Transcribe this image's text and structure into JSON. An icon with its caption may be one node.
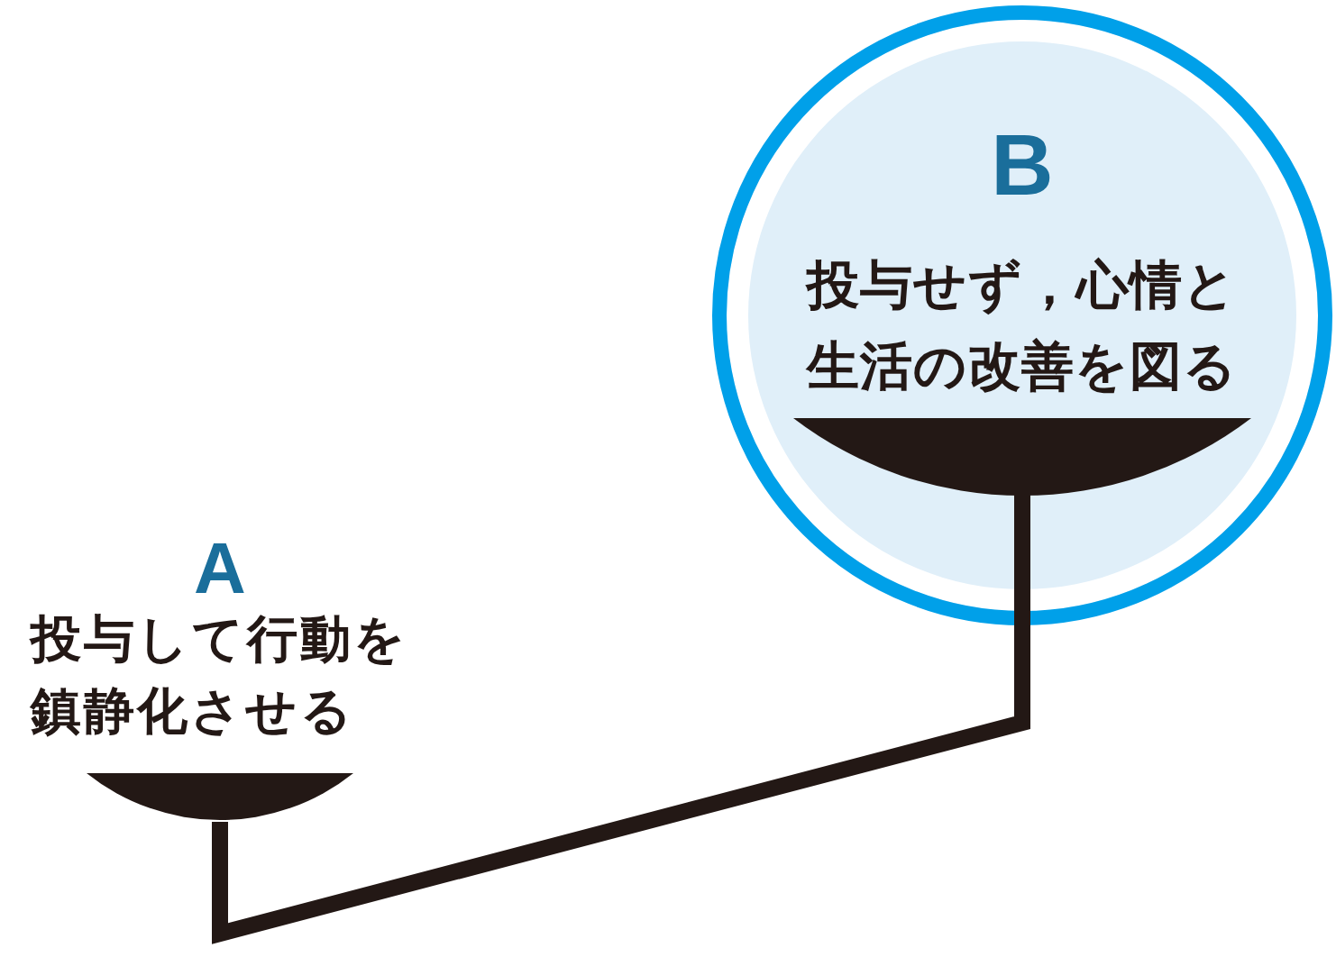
{
  "diagram": {
    "nodes": [
      {
        "text": [
          "A",
          "投与して行動を鎮静化させる"
        ]
      },
      {
        "text": [
          "B",
          "投与せず，心情と生活の改善を図る"
        ]
      }
    ],
    "edges": [
      {
        "from": 0,
        "to": 1,
        "arrow": "none"
      }
    ]
  }
}
